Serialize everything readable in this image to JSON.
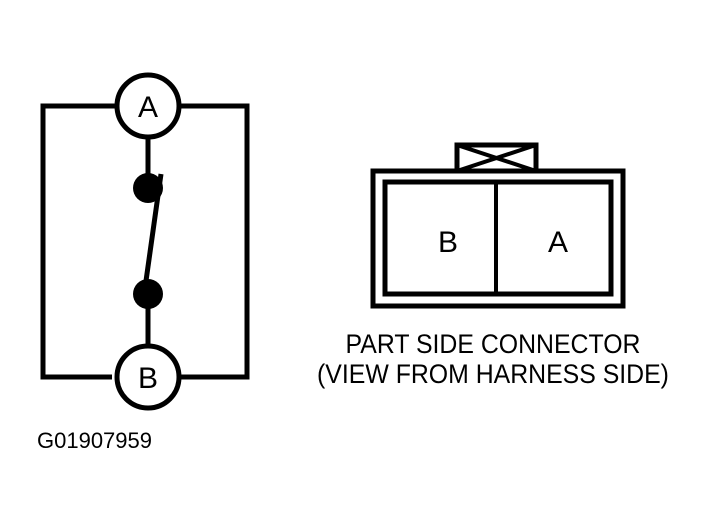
{
  "switch_diagram": {
    "terminal_top": "A",
    "terminal_bottom": "B"
  },
  "connector": {
    "cavity_left": "B",
    "cavity_right": "A",
    "caption_line1": "PART SIDE CONNECTOR",
    "caption_line2": "(VIEW FROM HARNESS SIDE)"
  },
  "figure_id": "G01907959",
  "colors": {
    "ink": "#000000",
    "background": "#ffffff"
  }
}
